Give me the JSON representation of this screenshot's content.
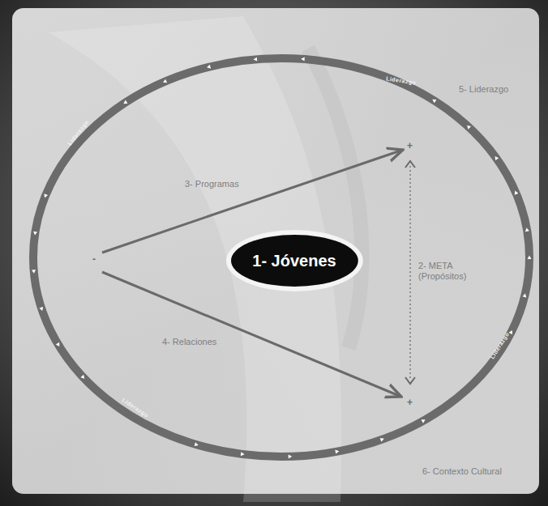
{
  "diagram": {
    "nodes": [
      {
        "text": [
          "1- Jóvenes"
        ]
      }
    ],
    "labels": [
      "5- Liderazgo",
      "3- Programas",
      "2- META (Propósitos)",
      "4- Relaciones",
      "6- Contexto Cultural",
      "Liderazgo",
      "Liderazgo",
      "Liderazgo",
      "Liderazgo",
      "+",
      "+",
      "-"
    ]
  }
}
